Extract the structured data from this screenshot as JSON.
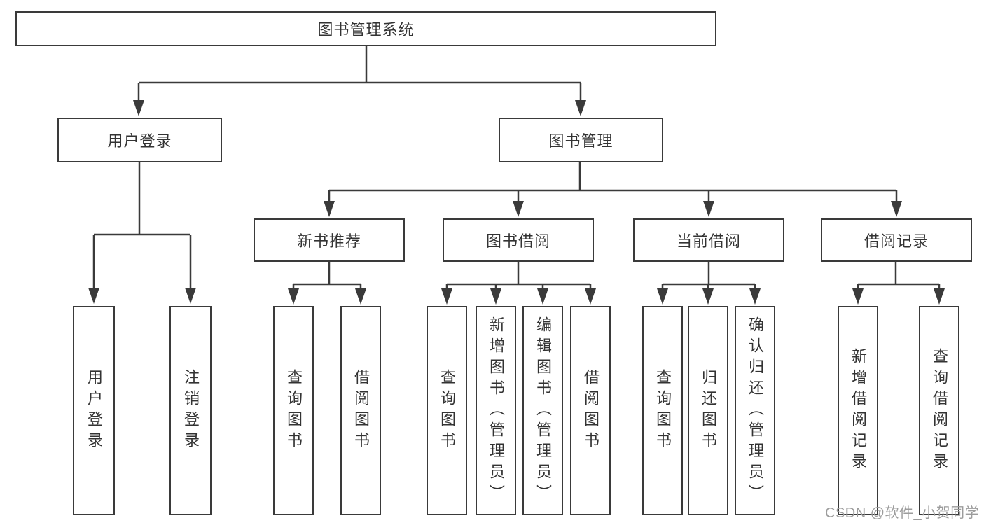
{
  "diagram": {
    "title": "图书管理系统",
    "tree": {
      "root": {
        "label": "图书管理系统"
      },
      "level2": [
        {
          "id": "user-login",
          "label": "用户登录"
        },
        {
          "id": "book-management",
          "label": "图书管理"
        }
      ],
      "level3": [
        {
          "id": "new-book-recommendation",
          "label": "新书推荐"
        },
        {
          "id": "book-borrowing",
          "label": "图书借阅"
        },
        {
          "id": "current-borrowing",
          "label": "当前借阅"
        },
        {
          "id": "borrowing-records",
          "label": "借阅记录"
        }
      ],
      "leaves": {
        "user_login": [
          "用户登录",
          "注销登录"
        ],
        "new_book_recommendation": [
          "查询图书",
          "借阅图书"
        ],
        "book_borrowing": [
          "查询图书",
          "新增图书（管理员）",
          "编辑图书（管理员）",
          "借阅图书"
        ],
        "current_borrowing": [
          "查询图书",
          "归还图书",
          "确认归还（管理员）"
        ],
        "borrowing_records": [
          "新增借阅记录",
          "查询借阅记录"
        ]
      }
    }
  },
  "watermark": "CSDN @软件_小贺同学",
  "colors": {
    "line": "#3a3a3a",
    "box_border": "#3a3a3a",
    "box_fill": "#ffffff",
    "text": "#333333",
    "watermark": "#9c9c9c",
    "background": "#ffffff"
  }
}
